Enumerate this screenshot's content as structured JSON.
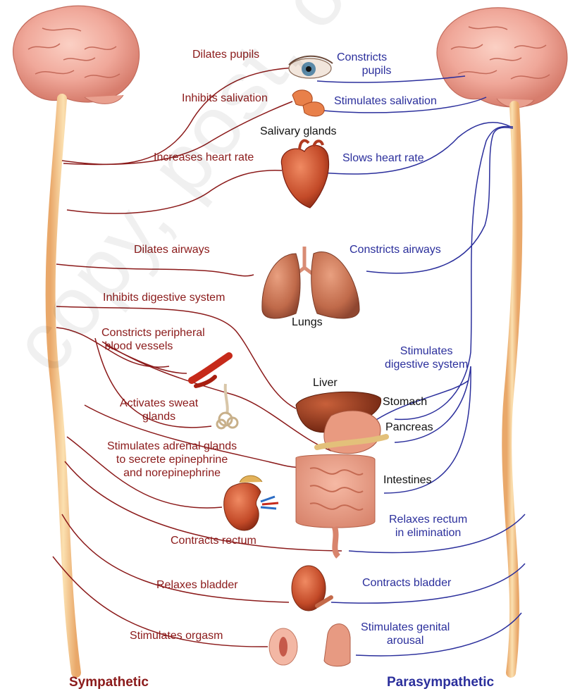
{
  "colors": {
    "sympathetic": "#8b1a1a",
    "parasympathetic": "#2b2f9c",
    "brain": "#f0a89a",
    "spine": "#f3c68c",
    "organ": "#c8502e"
  },
  "sympathetic_labels": {
    "dilates_pupils": "Dilates pupils",
    "inhibits_salivation": "Inhibits salivation",
    "increases_heart_rate": "Increases heart rate",
    "dilates_airways": "Dilates airways",
    "inhibits_digestive": "Inhibits digestive system",
    "constricts_vessels": "Constricts peripheral\n blood vessels",
    "activates_sweat": "Activates sweat\nglands",
    "stimulates_adrenal": "Stimulates adrenal glands\nto secrete epinephrine\nand norepinephrine",
    "contracts_rectum": "Contracts rectum",
    "relaxes_bladder": "Relaxes bladder",
    "stimulates_orgasm": "Stimulates orgasm"
  },
  "parasympathetic_labels": {
    "constricts_pupils": "Constricts\n        pupils",
    "stimulates_salivation": "Stimulates salivation",
    "slows_heart_rate": "Slows heart rate",
    "constricts_airways": "Constricts airways",
    "stimulates_digestive": "Stimulates\ndigestive system",
    "relaxes_rectum": "Relaxes rectum\nin elimination",
    "contracts_bladder": "Contracts bladder",
    "stimulates_genital": "Stimulates genital\narousal"
  },
  "organ_labels": {
    "salivary_glands": "Salivary glands",
    "lungs": "Lungs",
    "liver": "Liver",
    "stomach": "Stomach",
    "pancreas": "Pancreas",
    "intestines": "Intestines"
  },
  "footer": {
    "left": "Sympathetic",
    "right": "Parasympathetic"
  },
  "watermark": "copy, post, or distribute"
}
